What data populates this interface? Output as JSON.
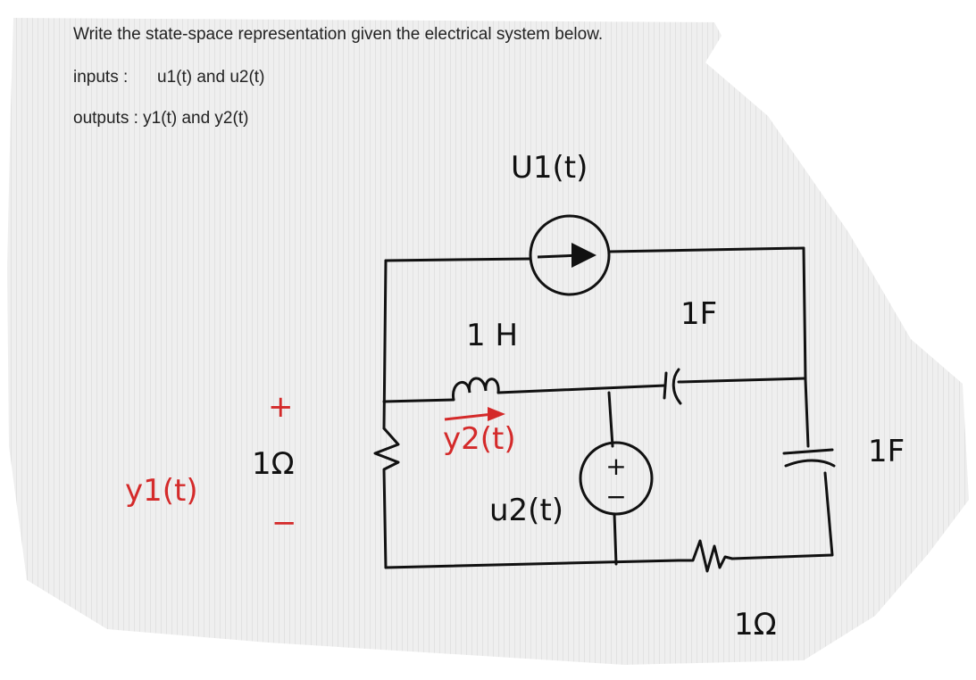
{
  "problem": {
    "title": "Write the state-space representation given the electrical system below.",
    "inputs_label": "inputs :",
    "inputs_value": "u1(t) and u2(t)",
    "outputs_line": "outputs : y1(t)  and y2(t)"
  },
  "circuit": {
    "current_source_label": "U1(t)",
    "inductor_label": "1 H",
    "capacitor_top_label": "1F",
    "capacitor_right_label": "1F",
    "resistor_left_label": "1Ω",
    "resistor_bottom_label": "1Ω",
    "voltage_source_label": "u2(t)",
    "voltage_source_plus": "+",
    "voltage_source_minus": "−",
    "output_y1_label": "y1(t)",
    "output_y1_plus": "+",
    "output_y1_minus": "−",
    "output_y2_label": "y2(t)"
  },
  "colors": {
    "paper": "#eeeeee",
    "ink": "#111111",
    "annotation": "#d42a2a"
  }
}
